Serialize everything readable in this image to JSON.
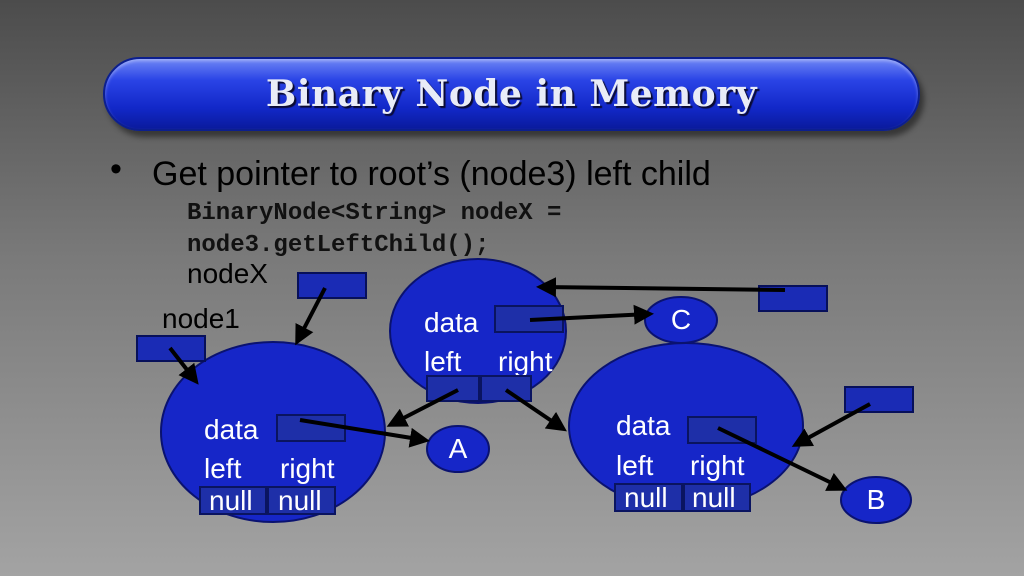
{
  "title": "Binary Node in Memory",
  "bullet": "Get pointer to root’s (node3) left child",
  "code_line1": "BinaryNode<String> nodeX =",
  "code_line2": "node3.getLeftChild();",
  "labels": {
    "nodeX": "nodeX",
    "node1": "node1"
  },
  "nodes": {
    "root": {
      "data": "data",
      "left": "left",
      "right": "right"
    },
    "leftchild": {
      "data": "data",
      "left": "left",
      "right": "right",
      "left_value": "null",
      "right_value": "null"
    },
    "rightchild": {
      "data": "data",
      "left": "left",
      "right": "right",
      "left_value": "null",
      "right_value": "null"
    }
  },
  "values": {
    "a": "A",
    "b": "B",
    "c": "C"
  },
  "colors": {
    "node_fill": "#1626c8",
    "node_stroke": "#0a1270",
    "title_fill": "#1a33dd"
  }
}
